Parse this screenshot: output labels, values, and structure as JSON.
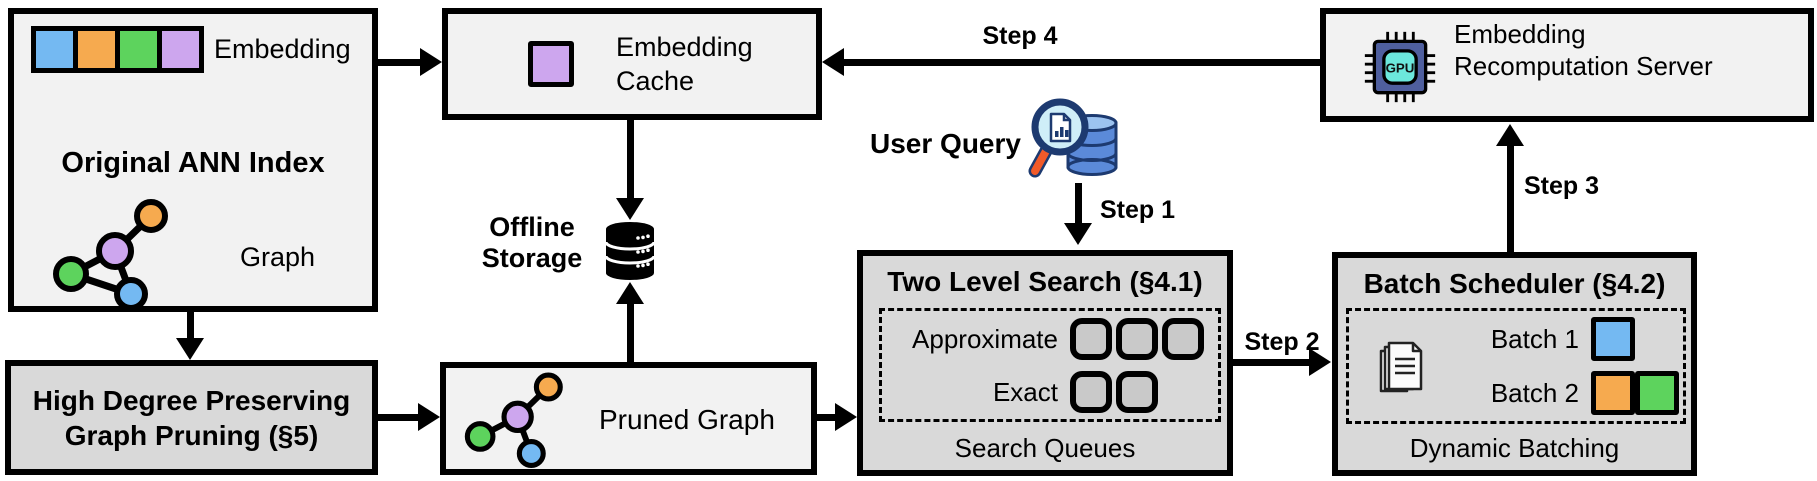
{
  "diagram": {
    "boxes": {
      "original_ann_index": {
        "title": "Original ANN Index",
        "embedding_label": "Embedding",
        "graph_label": "Graph"
      },
      "embedding_cache": {
        "title": "Embedding Cache"
      },
      "recomputation_server": {
        "title": "Embedding Recomputation Server"
      },
      "high_degree_pruning": {
        "title": "High Degree Preserving Graph Pruning (§5)"
      },
      "pruned_graph": {
        "label": "Pruned Graph"
      },
      "two_level_search": {
        "title": "Two Level Search (§4.1)",
        "row1_label": "Approximate",
        "row2_label": "Exact",
        "row1_queue_count": 3,
        "row2_queue_count": 2,
        "footer": "Search Queues"
      },
      "batch_scheduler": {
        "title": "Batch Scheduler (§4.2)",
        "batch1_label": "Batch 1",
        "batch2_label": "Batch 2",
        "batch1_colors": [
          "blue"
        ],
        "batch2_colors": [
          "orange",
          "green"
        ],
        "footer": "Dynamic Batching"
      }
    },
    "standalone": {
      "offline_storage_label": "Offline Storage",
      "user_query_label": "User Query"
    },
    "steps": {
      "step1": "Step 1",
      "step2": "Step 2",
      "step3": "Step 3",
      "step4": "Step 4"
    },
    "icons": {
      "gpu_label": "GPU"
    },
    "colors": {
      "embedding_blue": "#74b9f2",
      "embedding_orange": "#f6aa4f",
      "embedding_green": "#5dd35d",
      "embedding_purple": "#cda6ee",
      "light_box_fill": "#f2f2f2",
      "gray_box_fill": "#d9d9d9",
      "queue_fill": "#c9c9c9",
      "border": "#000000",
      "gpu_chip": "#4f5f9e",
      "gpu_core": "#6ce8dc",
      "query_db_blue": "#5b8ad9",
      "query_outline_navy": "#1d3a70",
      "magnifier_lens": "#cfeef8",
      "magnifier_handle": "#f15a29"
    }
  }
}
